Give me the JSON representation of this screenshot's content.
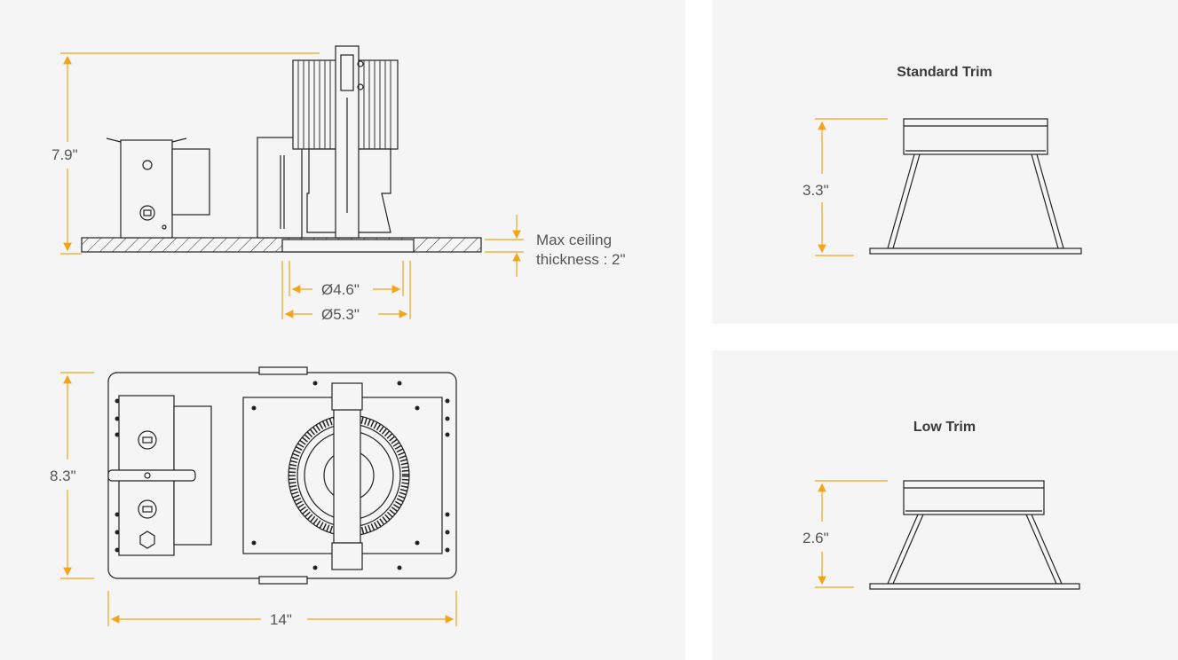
{
  "side_view": {
    "height_label": "7.9\"",
    "max_ceiling_line1": "Max ceiling",
    "max_ceiling_line2": "thickness : 2\"",
    "aperture_inner": "Ø4.6\"",
    "aperture_outer": "Ø5.3\""
  },
  "top_view": {
    "height_label": "8.3\"",
    "width_label": "14\""
  },
  "standard_trim": {
    "title": "Standard Trim",
    "height_label": "3.3\""
  },
  "low_trim": {
    "title": "Low Trim",
    "height_label": "2.6\""
  },
  "colors": {
    "dimension_line": "#f2a51a",
    "drawing_line": "#222222",
    "panel_bg": "#f5f5f5"
  }
}
